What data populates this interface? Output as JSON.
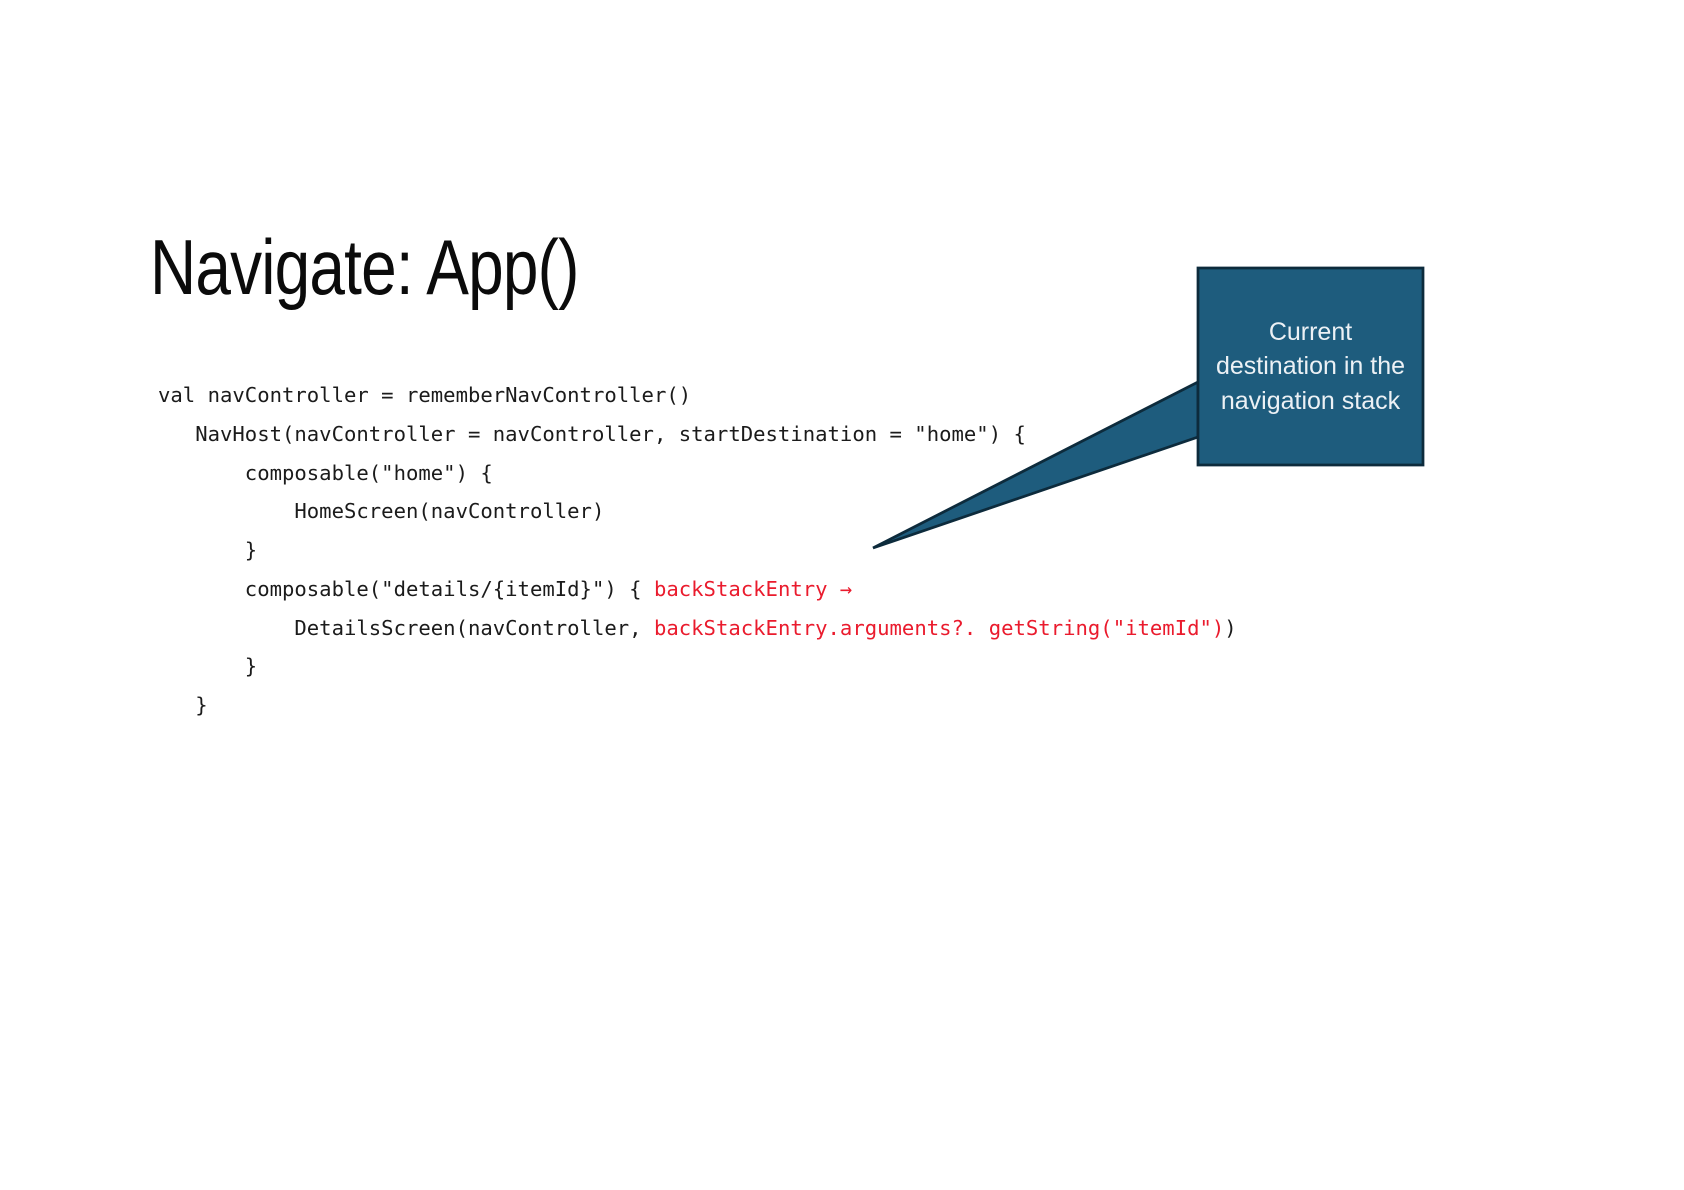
{
  "slide": {
    "title": "Navigate: App()",
    "background_color": "#ffffff",
    "title_color": "#0b0b0b"
  },
  "code": {
    "colors": {
      "default": "#1b1b1b",
      "highlight": "#ea1b2d"
    },
    "lines": [
      {
        "segments": [
          {
            "t": "val navController = rememberNavController()",
            "c": "default"
          }
        ]
      },
      {
        "segments": [
          {
            "t": "   NavHost(navController = navController, startDestination = \"home\") {",
            "c": "default"
          }
        ]
      },
      {
        "segments": [
          {
            "t": "       composable(\"home\") {",
            "c": "default"
          }
        ]
      },
      {
        "segments": [
          {
            "t": "           HomeScreen(navController)",
            "c": "default"
          }
        ]
      },
      {
        "segments": [
          {
            "t": "       }",
            "c": "default"
          }
        ]
      },
      {
        "segments": [
          {
            "t": "       composable(\"details/{itemId}\") { ",
            "c": "default"
          },
          {
            "t": "backStackEntry →",
            "c": "highlight"
          }
        ]
      },
      {
        "segments": [
          {
            "t": "           DetailsScreen(navController, ",
            "c": "default"
          },
          {
            "t": "backStackEntry.arguments?. getString(\"itemId\")",
            "c": "highlight"
          },
          {
            "t": ")",
            "c": "default"
          }
        ]
      },
      {
        "segments": [
          {
            "t": "       }",
            "c": "default"
          }
        ]
      },
      {
        "segments": [
          {
            "t": "   }",
            "c": "default"
          }
        ]
      }
    ]
  },
  "callout": {
    "text": "Current destination in the navigation stack",
    "fill_color": "#1e5c7d",
    "border_color": "#0d2b3c",
    "text_color": "#ecf1f5"
  }
}
